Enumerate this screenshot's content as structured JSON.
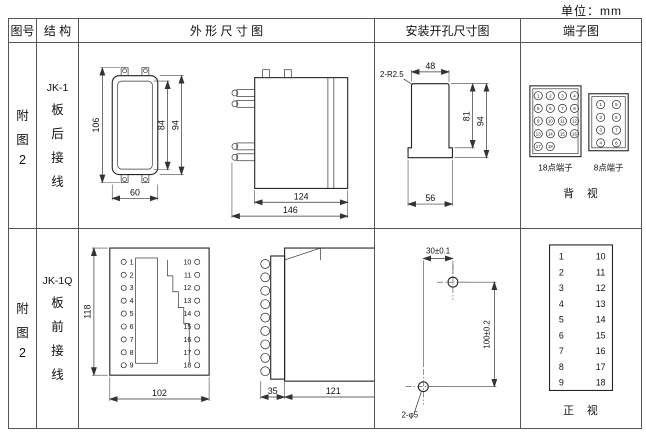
{
  "unit_label": "单位：mm",
  "headers": {
    "fig_no": "图号",
    "structure": "结 构",
    "outline": "外 形 尺 寸 图",
    "install": "安装开孔尺寸图",
    "terminal": "端子图"
  },
  "row1": {
    "fig_label": [
      "附",
      "图",
      "2"
    ],
    "structure": [
      "JK-1",
      "板",
      "后",
      "接",
      "线"
    ],
    "outline": {
      "dim_height_total": "106",
      "dim_height_inner": "84",
      "dim_height_outer": "94",
      "dim_width_front": "60",
      "dim_width_body": "124",
      "dim_width_total": "146"
    },
    "install": {
      "note_radius": "2-R2.5",
      "dim_top": "48",
      "dim_right_inner": "81",
      "dim_right_outer": "94",
      "dim_bottom": "56"
    },
    "terminal": {
      "block18_label": "18点端子",
      "block8_label": "8点端子",
      "view_label": "背 视",
      "block18_numbers": [
        1,
        2,
        3,
        4,
        5,
        6,
        7,
        8,
        9,
        10,
        11,
        12,
        13,
        14,
        15,
        16,
        17,
        18
      ],
      "block8_numbers": [
        1,
        5,
        2,
        6,
        3,
        7,
        4,
        8
      ]
    }
  },
  "row2": {
    "fig_label": [
      "附",
      "图",
      "2"
    ],
    "structure": [
      "JK-1Q",
      "板",
      "前",
      "接",
      "线"
    ],
    "outline": {
      "dim_height": "118",
      "dim_width": "102",
      "dim_front": "35",
      "dim_body": "121",
      "left_terminals": [
        1,
        2,
        3,
        4,
        5,
        6,
        7,
        8,
        9
      ],
      "right_terminals": [
        10,
        11,
        12,
        13,
        14,
        15,
        16,
        17,
        18
      ]
    },
    "install": {
      "dim_top": "30±0.1",
      "dim_right": "100±0.2",
      "holes_note": "2-φ5"
    },
    "terminal": {
      "view_label": "正 视",
      "pairs": [
        [
          "1",
          "10"
        ],
        [
          "2",
          "11"
        ],
        [
          "3",
          "12"
        ],
        [
          "4",
          "13"
        ],
        [
          "5",
          "14"
        ],
        [
          "6",
          "15"
        ],
        [
          "7",
          "16"
        ],
        [
          "8",
          "17"
        ],
        [
          "9",
          "18"
        ]
      ]
    }
  }
}
